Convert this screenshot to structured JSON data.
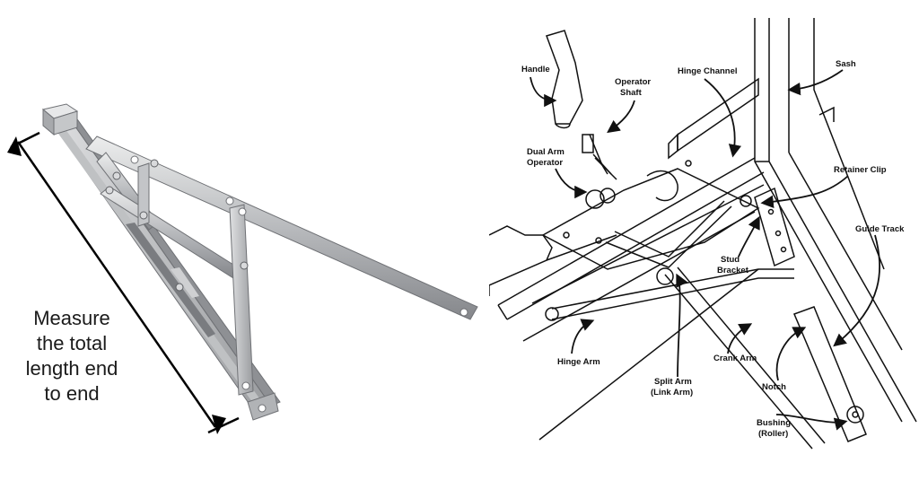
{
  "left_panel": {
    "measure_text": [
      "Measure",
      "the total",
      "length end",
      "to end"
    ]
  },
  "right_panel": {
    "labels": {
      "handle": "Handle",
      "operator_shaft": [
        "Operator",
        "Shaft"
      ],
      "hinge_channel": "Hinge Channel",
      "sash": "Sash",
      "dual_arm_operator": [
        "Dual Arm",
        "Operator"
      ],
      "retainer_clip": "Retainer Clip",
      "guide_track": "Guide Track",
      "stud_bracket": [
        "Stud",
        "Bracket"
      ],
      "hinge_arm": "Hinge Arm",
      "crank_arm": "Crank Arm",
      "split_arm": [
        "Split Arm",
        "(Link Arm)"
      ],
      "notch": "Notch",
      "bushing": [
        "Bushing",
        "(Roller)"
      ]
    }
  },
  "colors": {
    "metal_light": "#d9dadc",
    "metal_mid": "#a9abae",
    "metal_dark": "#6f7175",
    "line": "#111111"
  }
}
